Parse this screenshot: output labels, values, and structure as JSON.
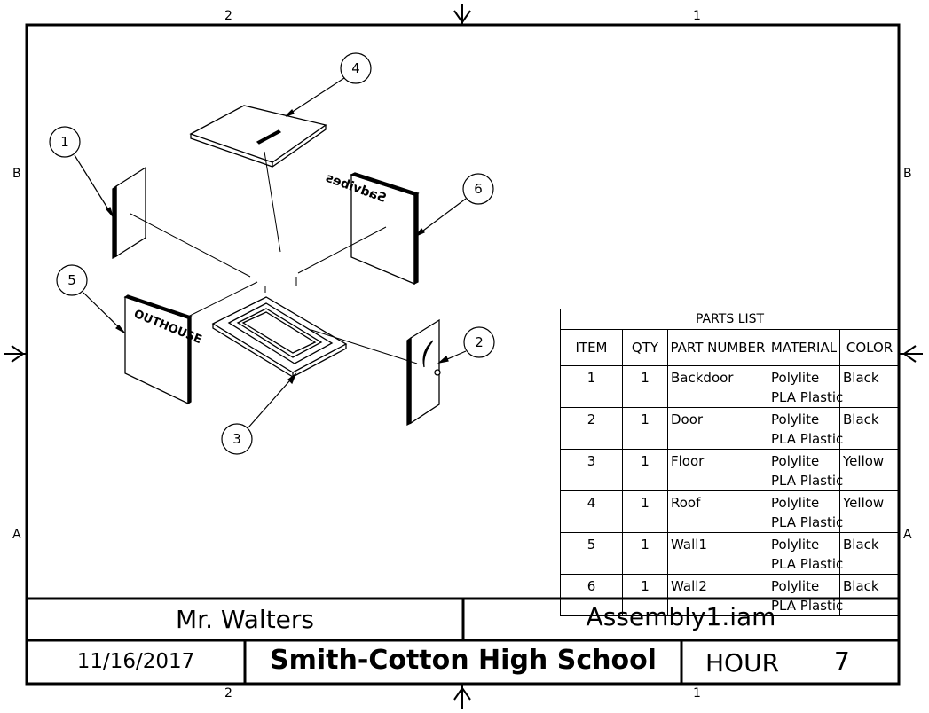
{
  "zones": {
    "top": [
      "2",
      "1"
    ],
    "bottom": [
      "2",
      "1"
    ],
    "left": [
      "B",
      "A"
    ],
    "right": [
      "B",
      "A"
    ]
  },
  "balloons": [
    "1",
    "2",
    "3",
    "4",
    "5",
    "6"
  ],
  "part_labels": {
    "wall1_text": "OUTHOUSE",
    "wall2_text": "Sadvibes"
  },
  "parts_list": {
    "title": "PARTS LIST",
    "headers": [
      "ITEM",
      "QTY",
      "PART NUMBER",
      "MATERIAL",
      "COLOR"
    ],
    "rows": [
      {
        "item": "1",
        "qty": "1",
        "part": "Backdoor",
        "mat1": "Polylite",
        "mat2": "PLA Plastic",
        "color": "Black"
      },
      {
        "item": "2",
        "qty": "1",
        "part": "Door",
        "mat1": "Polylite",
        "mat2": "PLA Plastic",
        "color": "Black"
      },
      {
        "item": "3",
        "qty": "1",
        "part": "Floor",
        "mat1": "Polylite",
        "mat2": "PLA Plastic",
        "color": "Yellow"
      },
      {
        "item": "4",
        "qty": "1",
        "part": "Roof",
        "mat1": "Polylite",
        "mat2": "PLA Plastic",
        "color": "Yellow"
      },
      {
        "item": "5",
        "qty": "1",
        "part": "Wall1",
        "mat1": "Polylite",
        "mat2": "PLA Plastic",
        "color": "Black"
      },
      {
        "item": "6",
        "qty": "1",
        "part": "Wall2",
        "mat1": "Polylite",
        "mat2": "PLA Plastic",
        "color": "Black"
      }
    ]
  },
  "title_block": {
    "designer": "Mr. Walters",
    "filename": "Assembly1.iam",
    "date": "11/16/2017",
    "school": "Smith-Cotton High School",
    "hour_label": "HOUR",
    "hour_value": "7"
  }
}
